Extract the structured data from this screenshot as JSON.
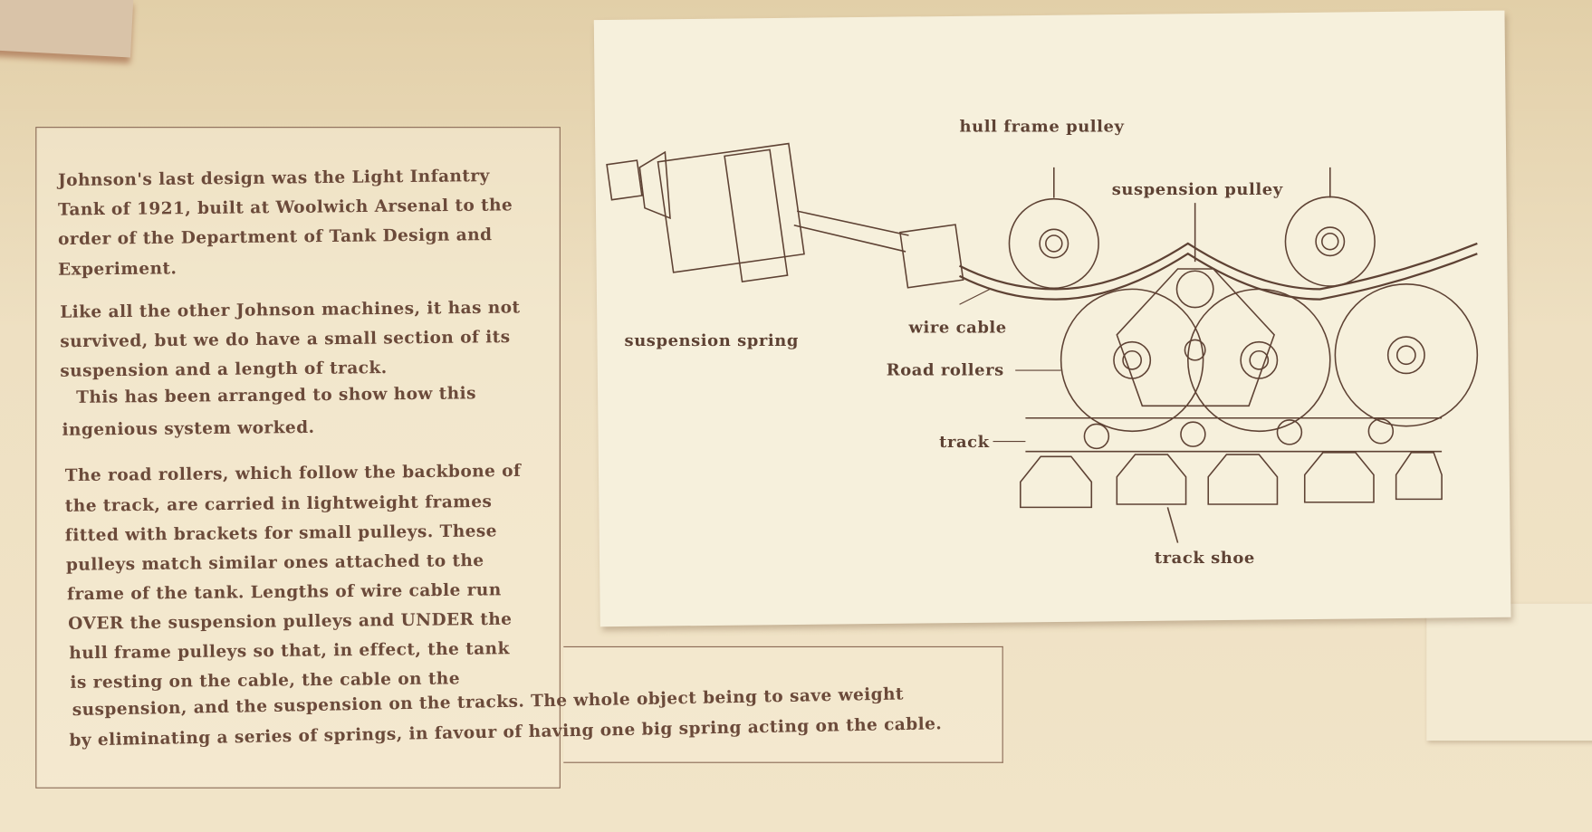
{
  "panel": {
    "lines": [
      "Johnson's last design was the Light Infantry",
      "Tank of 1921, built at Woolwich Arsenal to the",
      "order of the Department of Tank Design and",
      "Experiment.",
      "Like all the other Johnson machines, it has not",
      "survived, but we do have a small section of its",
      "suspension and a length of track.",
      "This has been arranged to show how this",
      "ingenious system worked.",
      "The road rollers, which follow the backbone of",
      "the track, are  carried in lightweight frames",
      "fitted with brackets for small pulleys.  These",
      "pulleys match similar ones attached to the",
      "frame of the tank.  Lengths of wire cable run",
      "OVER the suspension pulleys and UNDER the",
      "hull frame pulleys so that, in effect, the tank",
      "is resting on the cable, the cable on the",
      "suspension, and the suspension on the tracks.  The whole object being to save weight",
      "by eliminating a series of springs, in favour of having one big spring acting on the cable."
    ]
  },
  "diagram": {
    "labels": {
      "hull_frame_pulley": "hull frame pulley",
      "suspension_pulley": "suspension pulley",
      "suspension_spring": "suspension spring",
      "wire_cable": "wire cable",
      "road_rollers": "Road rollers",
      "track": "track",
      "track_shoe": "track shoe"
    }
  }
}
